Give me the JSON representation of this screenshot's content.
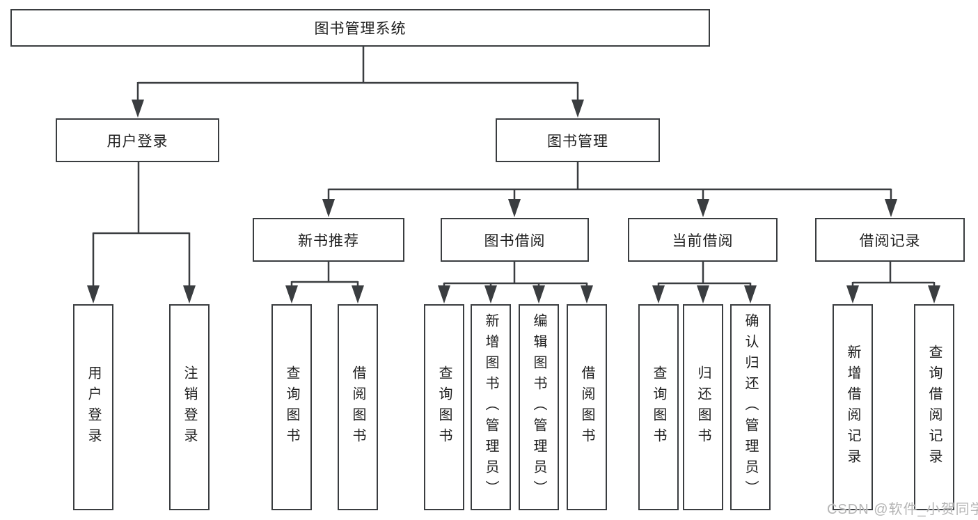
{
  "diagram": {
    "watermark": "CSDN @软件_小贺同学",
    "colors": {
      "line": "#3a3d40",
      "text": "#1f1f1f",
      "watermark": "#b5b5b5",
      "background": "#ffffff"
    },
    "tree": {
      "root": "图书管理系统",
      "branches": [
        {
          "label": "用户登录",
          "children": [
            "用户登录",
            "注销登录"
          ]
        },
        {
          "label": "图书管理",
          "groups": [
            {
              "label": "新书推荐",
              "children": [
                "查询图书",
                "借阅图书"
              ]
            },
            {
              "label": "图书借阅",
              "children": [
                "查询图书",
                "新增图书（管理员）",
                "编辑图书（管理员）",
                "借阅图书"
              ]
            },
            {
              "label": "当前借阅",
              "children": [
                "查询图书",
                "归还图书",
                "确认归还（管理员）"
              ]
            },
            {
              "label": "借阅记录",
              "children": [
                "新增借阅记录",
                "查询借阅记录"
              ]
            }
          ]
        }
      ]
    }
  }
}
